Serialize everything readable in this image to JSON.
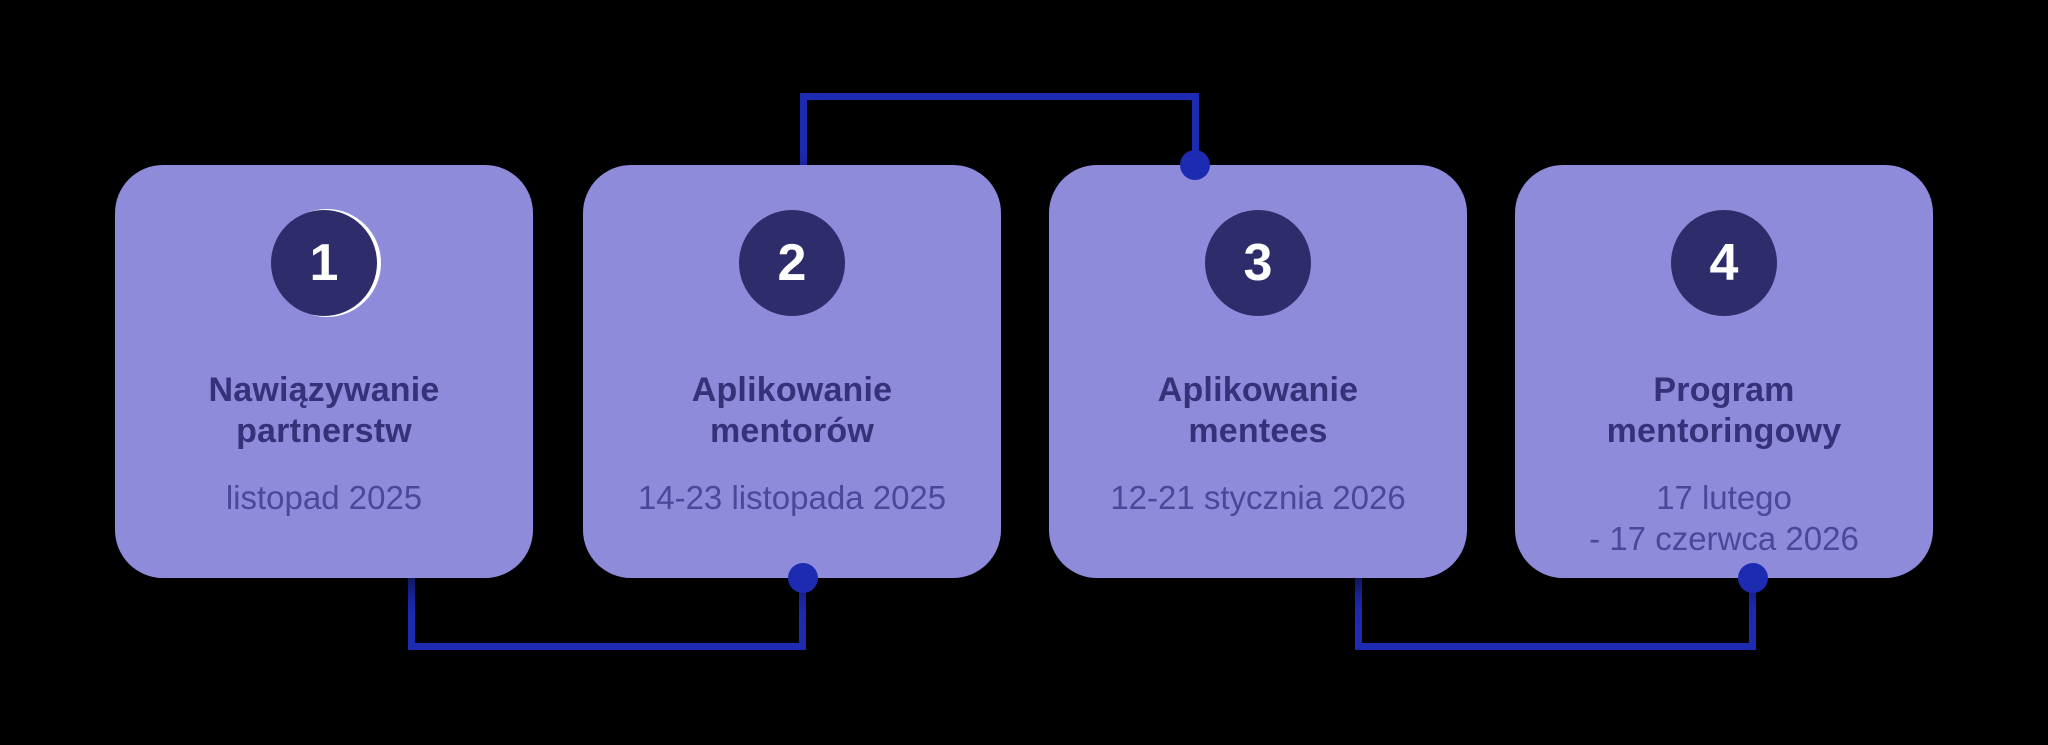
{
  "page": {
    "background": "#000000",
    "description_labels": {}
  },
  "palette": {
    "card_bg": "#8f8bdb",
    "badge_bg": "#2e2c6b",
    "badge_text": "#ffffff",
    "title_text": "#353279",
    "date_text": "#4b4899",
    "connector": "#1c2bb2",
    "page_bg": "#000000"
  },
  "steps": [
    {
      "number": "1",
      "title": "Nawiązywanie\npartnerstw",
      "date": "listopad 2025"
    },
    {
      "number": "2",
      "title": "Aplikowanie\nmentorów",
      "date": "14-23 listopada 2025"
    },
    {
      "number": "3",
      "title": "Aplikowanie\nmentees",
      "date": "12-21 stycznia 2026"
    },
    {
      "number": "4",
      "title": "Program\nmentoringowy",
      "date": "17 lutego\n- 17 czerwca 2026"
    }
  ]
}
